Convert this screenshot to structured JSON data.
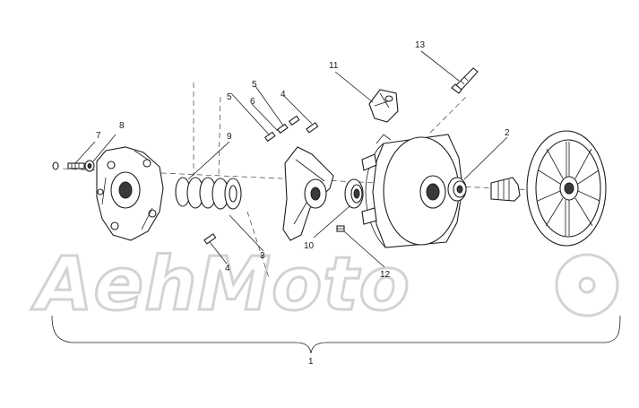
{
  "callouts": {
    "c1": "1",
    "c2": "2",
    "c3": "3",
    "c4a": "4",
    "c4b": "4",
    "c5a": "5",
    "c5b": "5",
    "c6": "6",
    "c7": "7",
    "c8": "8",
    "c9": "9",
    "c10": "10",
    "c11": "11",
    "c12": "12",
    "c13": "13"
  },
  "watermark": {
    "text": "AehMoto"
  },
  "colors": {
    "ink": "#1e1e1e",
    "watermark": "#d3d3d3",
    "background": "#ffffff"
  }
}
